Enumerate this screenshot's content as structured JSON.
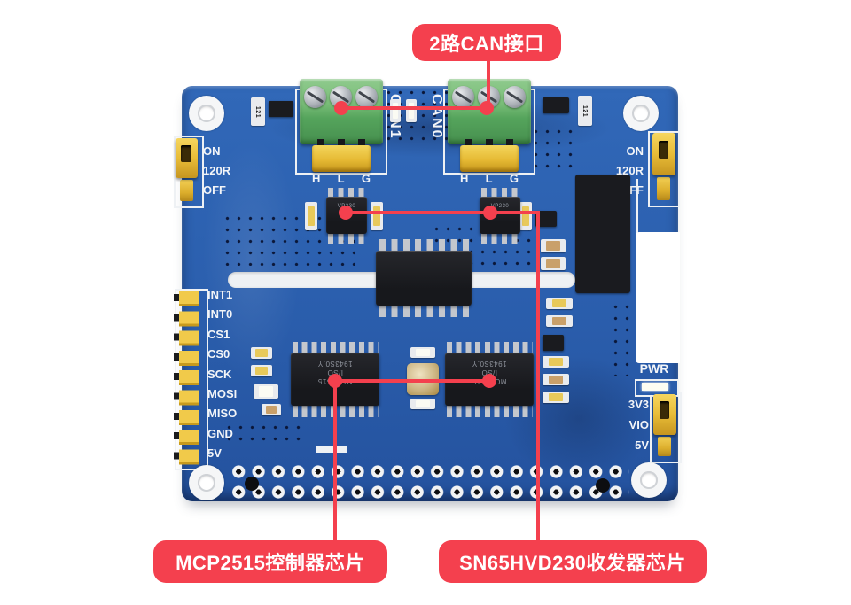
{
  "callouts": {
    "can_interface": "2路CAN接口",
    "controller_chip": "MCP2515控制器芯片",
    "transceiver_chip": "SN65HVD230收发器芯片"
  },
  "board": {
    "connectors": [
      "CAN1",
      "CAN0"
    ],
    "terminal_pins": [
      "H",
      "L",
      "G"
    ],
    "termination_jumper": [
      "ON",
      "120R",
      "OFF"
    ],
    "spi_header": [
      "INT1",
      "INT0",
      "CS1",
      "CS0",
      "SCK",
      "MOSI",
      "MISO",
      "GND",
      "5V"
    ],
    "power": {
      "pwr": "PWR",
      "v3": "3V3",
      "vio": "VIO",
      "v5": "5V"
    },
    "markings": {
      "mcp2515_line1": "MCP2515",
      "mcp2515_line2": "I/SO",
      "mcp2515_line3": "1943S0.Y",
      "vp230": "VP230",
      "resistor": "121"
    },
    "colors": {
      "pcb_blue": "#2b5fae",
      "annotation_red": "#f4404e",
      "jumper_yellow": "#ecc13d",
      "terminal_green": "#5fae63"
    }
  }
}
